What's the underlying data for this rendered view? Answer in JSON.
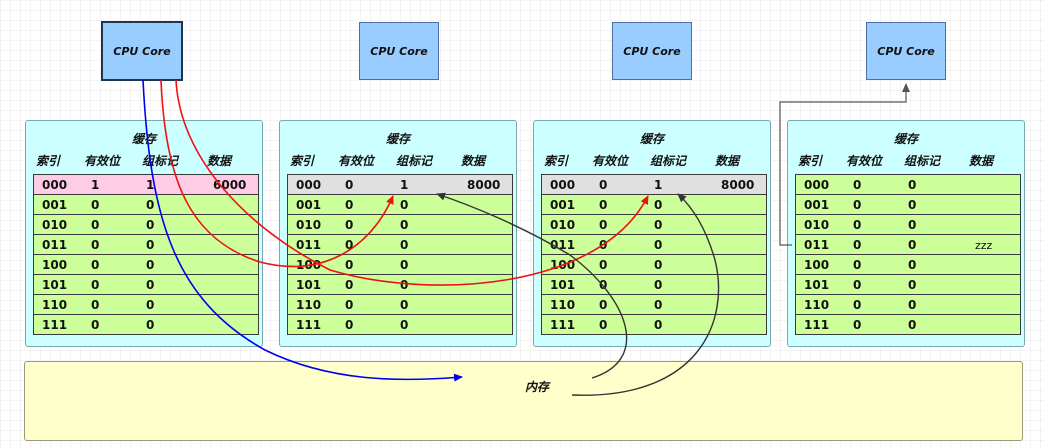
{
  "cores": [
    {
      "label": "CPU Core"
    },
    {
      "label": "CPU Core"
    },
    {
      "label": "CPU Core"
    },
    {
      "label": "CPU Core"
    }
  ],
  "caches": [
    {
      "title": "缓存",
      "headers": [
        "索引",
        "有效位",
        "组标记",
        "数据"
      ],
      "rows": [
        {
          "index": "000",
          "valid": "1",
          "tag": "1",
          "data": "6000"
        },
        {
          "index": "001",
          "valid": "0",
          "tag": "0",
          "data": ""
        },
        {
          "index": "010",
          "valid": "0",
          "tag": "0",
          "data": ""
        },
        {
          "index": "011",
          "valid": "0",
          "tag": "0",
          "data": ""
        },
        {
          "index": "100",
          "valid": "0",
          "tag": "0",
          "data": ""
        },
        {
          "index": "101",
          "valid": "0",
          "tag": "0",
          "data": ""
        },
        {
          "index": "110",
          "valid": "0",
          "tag": "0",
          "data": ""
        },
        {
          "index": "111",
          "valid": "0",
          "tag": "0",
          "data": ""
        }
      ]
    },
    {
      "title": "缓存",
      "headers": [
        "索引",
        "有效位",
        "组标记",
        "数据"
      ],
      "rows": [
        {
          "index": "000",
          "valid": "0",
          "tag": "1",
          "data": "8000"
        },
        {
          "index": "001",
          "valid": "0",
          "tag": "0",
          "data": ""
        },
        {
          "index": "010",
          "valid": "0",
          "tag": "0",
          "data": ""
        },
        {
          "index": "011",
          "valid": "0",
          "tag": "0",
          "data": ""
        },
        {
          "index": "100",
          "valid": "0",
          "tag": "0",
          "data": ""
        },
        {
          "index": "101",
          "valid": "0",
          "tag": "0",
          "data": ""
        },
        {
          "index": "110",
          "valid": "0",
          "tag": "0",
          "data": ""
        },
        {
          "index": "111",
          "valid": "0",
          "tag": "0",
          "data": ""
        }
      ]
    },
    {
      "title": "缓存",
      "headers": [
        "索引",
        "有效位",
        "组标记",
        "数据"
      ],
      "rows": [
        {
          "index": "000",
          "valid": "0",
          "tag": "1",
          "data": "8000"
        },
        {
          "index": "001",
          "valid": "0",
          "tag": "0",
          "data": ""
        },
        {
          "index": "010",
          "valid": "0",
          "tag": "0",
          "data": ""
        },
        {
          "index": "011",
          "valid": "0",
          "tag": "0",
          "data": ""
        },
        {
          "index": "100",
          "valid": "0",
          "tag": "0",
          "data": ""
        },
        {
          "index": "101",
          "valid": "0",
          "tag": "0",
          "data": ""
        },
        {
          "index": "110",
          "valid": "0",
          "tag": "0",
          "data": ""
        },
        {
          "index": "111",
          "valid": "0",
          "tag": "0",
          "data": ""
        }
      ]
    },
    {
      "title": "缓存",
      "headers": [
        "索引",
        "有效位",
        "组标记",
        "数据"
      ],
      "rows": [
        {
          "index": "000",
          "valid": "0",
          "tag": "0",
          "data": ""
        },
        {
          "index": "001",
          "valid": "0",
          "tag": "0",
          "data": ""
        },
        {
          "index": "010",
          "valid": "0",
          "tag": "0",
          "data": ""
        },
        {
          "index": "011",
          "valid": "0",
          "tag": "0",
          "data": "zzz"
        },
        {
          "index": "100",
          "valid": "0",
          "tag": "0",
          "data": ""
        },
        {
          "index": "101",
          "valid": "0",
          "tag": "0",
          "data": ""
        },
        {
          "index": "110",
          "valid": "0",
          "tag": "0",
          "data": ""
        },
        {
          "index": "111",
          "valid": "0",
          "tag": "0",
          "data": ""
        }
      ]
    }
  ],
  "memory": {
    "label": "内存"
  },
  "colors": {
    "core_fill": "#99ccff",
    "cache_fill": "#ccffff",
    "row_fill": "#ccff99",
    "row_highlight_pink": "#ffcce6",
    "row_highlight_grey": "#e0e0e0",
    "memory_fill": "#ffffcc",
    "arrow_blue": "#0000ee",
    "arrow_red": "#ee1111",
    "arrow_dark": "#333333",
    "arrow_grey": "#777777"
  }
}
